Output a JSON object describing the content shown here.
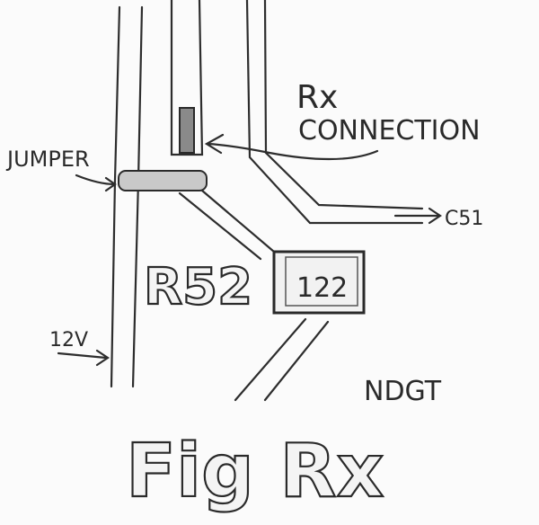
{
  "labels": {
    "rx_connection_line1": "Rx",
    "rx_connection_line2": "CONNECTION",
    "jumper": "JUMPER",
    "c51": "C51",
    "r52": "R52",
    "component_value": "122",
    "voltage": "12V",
    "author": "NDGT",
    "figure_title": "Fig Rx"
  },
  "colors": {
    "ink": "#2a2a2a",
    "paper": "#fbfbfb"
  }
}
